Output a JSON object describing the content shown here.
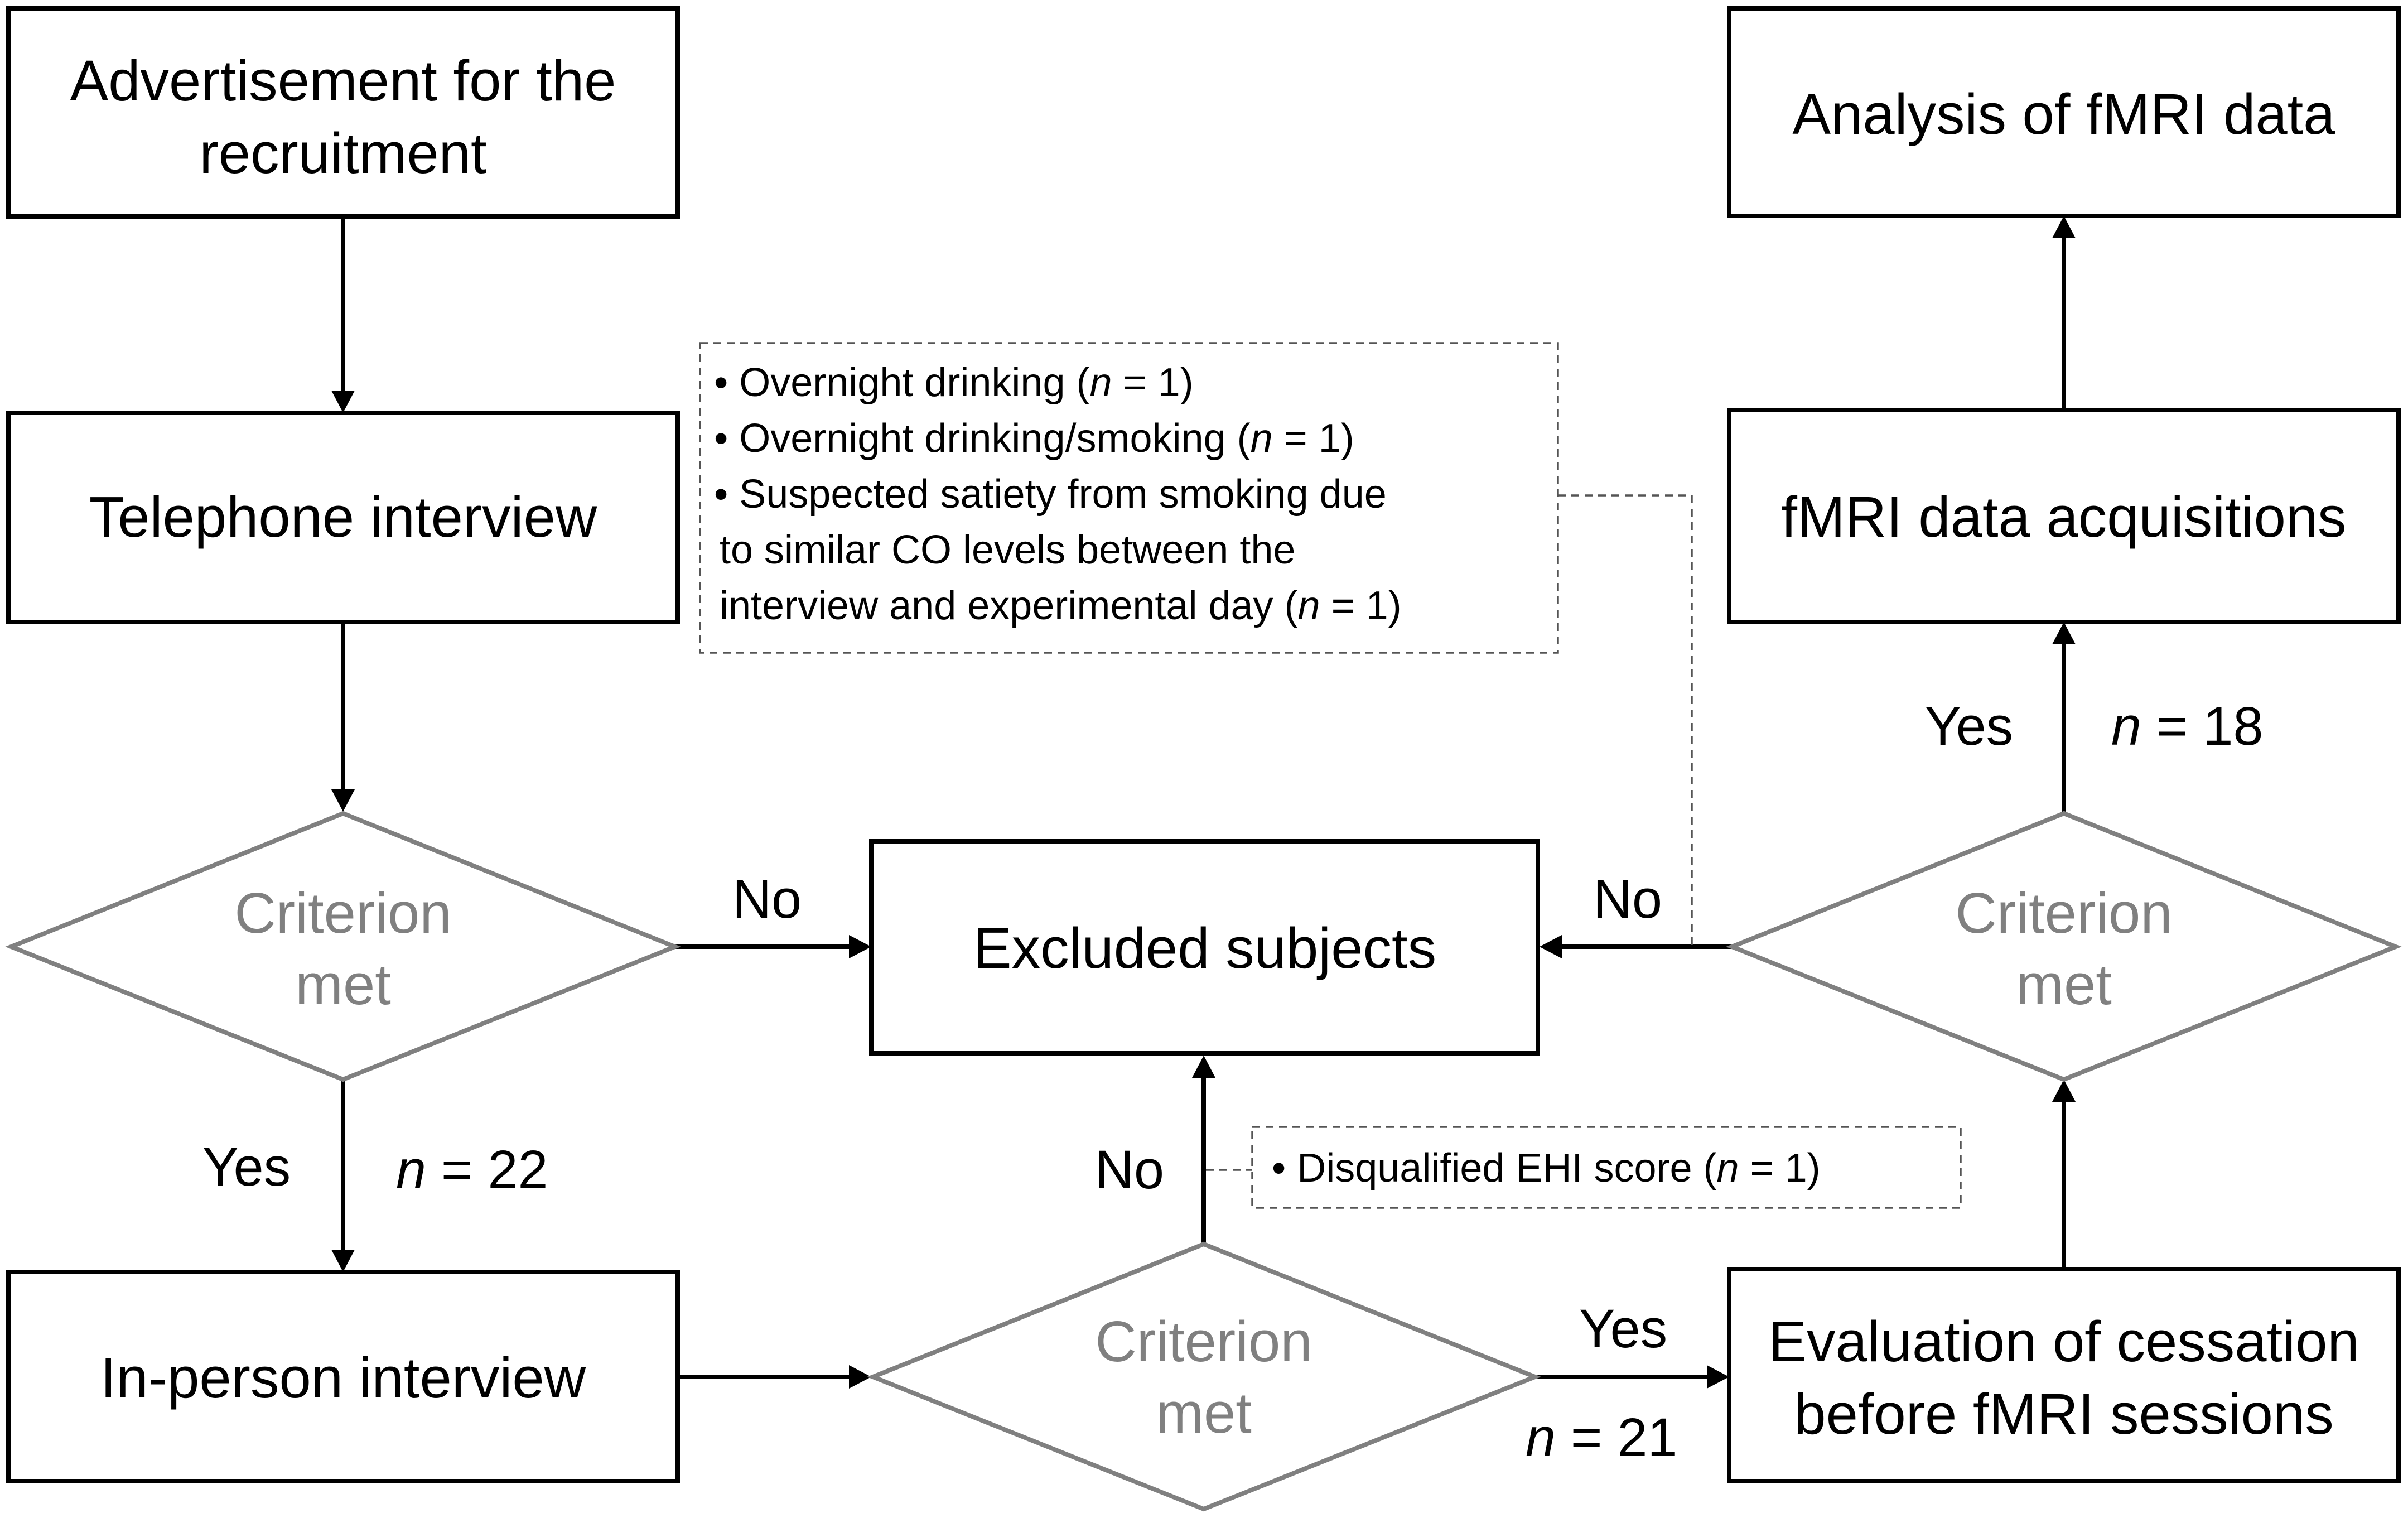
{
  "boxes": {
    "advertisement": [
      "Advertisement for the",
      "recruitment"
    ],
    "telephone": "Telephone interview",
    "in_person": "In-person interview",
    "excluded": "Excluded subjects",
    "evaluation": [
      "Evaluation of cessation",
      "before fMRI sessions"
    ],
    "acquisition": "fMRI data acquisitions",
    "analysis": "Analysis of fMRI data"
  },
  "decisions": {
    "line1": "Criterion",
    "line2": "met"
  },
  "edge_labels": {
    "no": "No",
    "yes": "Yes",
    "n22": "22",
    "n21": "21",
    "n18": "18",
    "n_var": "n",
    "eq": " = "
  },
  "notes": {
    "experimental_day": [
      {
        "bullet": "• ",
        "pre": "Overnight drinking (",
        "n": "n",
        "post": " = 1)"
      },
      {
        "bullet": "• ",
        "pre": "Overnight drinking/smoking (",
        "n": "n",
        "post": " = 1)"
      },
      {
        "bullet": "• ",
        "pre": "Suspected satiety from smoking due",
        "n": "",
        "post": ""
      },
      {
        "bullet": "",
        "pre": "to similar CO levels between the",
        "n": "",
        "post": ""
      },
      {
        "bullet": "",
        "pre": "interview and experimental day (",
        "n": "n",
        "post": " = 1)"
      }
    ],
    "ehi": {
      "bullet": "• ",
      "pre": "Disqualified EHI score (",
      "n": "n",
      "post": " = 1)"
    }
  }
}
